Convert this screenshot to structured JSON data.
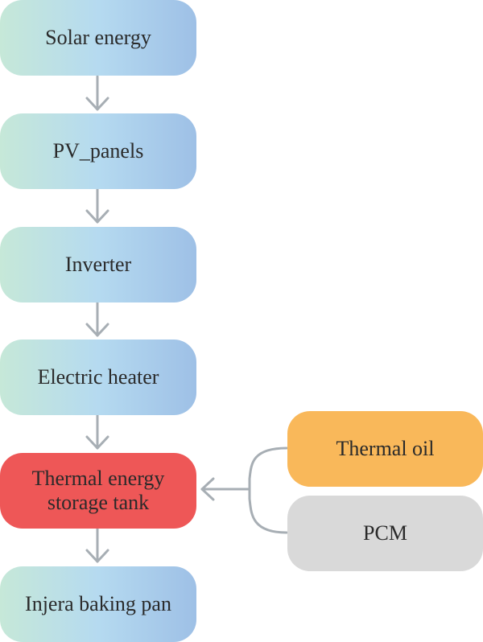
{
  "nodes": {
    "solar": "Solar energy",
    "pv": "PV_panels",
    "inverter": "Inverter",
    "heater": "Electric heater",
    "tank_line1": "Thermal energy",
    "tank_line2": "storage tank",
    "pan": "Injera baking pan",
    "oil": "Thermal oil",
    "pcm": "PCM"
  },
  "colors": {
    "tank": "#ee5757",
    "oil": "#f9b85a",
    "pcm": "#d9d9d9",
    "connector": "#a7aeb4"
  }
}
